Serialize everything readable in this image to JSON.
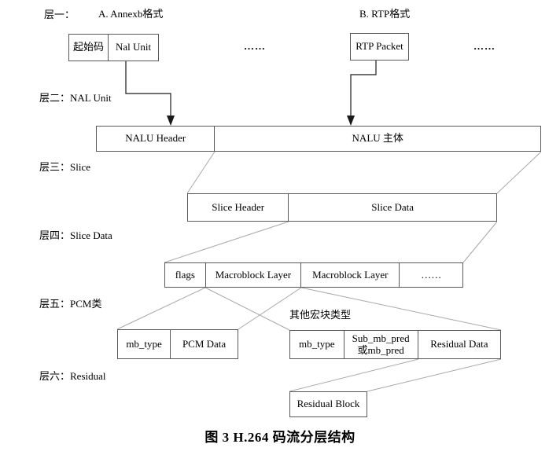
{
  "caption": "图 3 H.264 码流分层结构",
  "layer_labels": {
    "l1": "层一：",
    "l2": "层二：NAL Unit",
    "l3": "层三：Slice",
    "l4": "层四：Slice Data",
    "l5": "层五：PCM类",
    "l6": "层六：Residual"
  },
  "headings": {
    "annexb": "A. Annexb格式",
    "rtp": "B. RTP格式"
  },
  "ellipsis": {
    "row1_a": "……",
    "row1_b": "……"
  },
  "boxes": {
    "annexb": {
      "cells": [
        "起始码",
        "Nal Unit"
      ]
    },
    "rtp": {
      "cells": [
        "RTP Packet"
      ]
    },
    "nal_unit": {
      "cells": [
        "NALU Header",
        "NALU 主体"
      ]
    },
    "slice": {
      "cells": [
        "Slice Header",
        "Slice Data"
      ]
    },
    "slice_data": {
      "cells": [
        "flags",
        "Macroblock Layer",
        "Macroblock Layer",
        "……"
      ]
    },
    "pcm": {
      "cells": [
        "mb_type",
        "PCM Data"
      ]
    },
    "other_mb": {
      "note": "其他宏块类型",
      "cells": [
        "mb_type",
        "Sub_mb_pred\n或mb_pred",
        "Residual Data"
      ]
    },
    "residual": {
      "cells": [
        "Residual Block"
      ]
    }
  },
  "colors": {
    "background": "#ffffff",
    "text": "#000000",
    "box_border": "#595959",
    "arrow_line": "#1a1a1a",
    "diagonal_connector": "#a8a8a8"
  }
}
